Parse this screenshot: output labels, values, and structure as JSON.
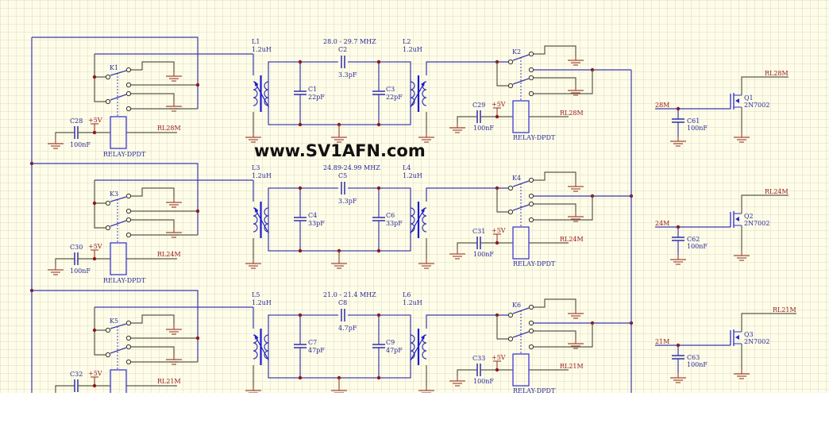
{
  "watermark": "www.SV1AFN.com",
  "colors": {
    "background": "#fffde8",
    "grid": "#d9d9cc",
    "wire": "#3a3ab0",
    "ground": "#a04a3a",
    "junction": "#8b1a1a",
    "net_label": "#9a2020"
  },
  "sections": [
    {
      "band": "28.0 - 29.7 MHZ",
      "l_in": {
        "ref": "L1",
        "value": "1.2uH"
      },
      "l_out": {
        "ref": "L2",
        "value": "1.2uH"
      },
      "c_shunt1": {
        "ref": "C1",
        "value": "22pF"
      },
      "c_series": {
        "ref": "C2",
        "value": "3.3pF"
      },
      "c_shunt2": {
        "ref": "C3",
        "value": "22pF"
      },
      "relay_in": {
        "ref": "K1",
        "type": "RELAY-DPDT",
        "cap_ref": "C28",
        "cap_value": "100nF",
        "supply": "+5V",
        "net": "RL28M"
      },
      "relay_out": {
        "ref": "K2",
        "type": "RELAY-DPDT",
        "cap_ref": "C29",
        "cap_value": "100nF",
        "supply": "+5V",
        "net": "RL28M"
      },
      "driver": {
        "ref": "Q1",
        "part": "2N7002",
        "input": "28M",
        "cap_ref": "C61",
        "cap_value": "100nF",
        "net": "RL28M"
      }
    },
    {
      "band": "24.89-24.99 MHZ",
      "l_in": {
        "ref": "L3",
        "value": "1.2uH"
      },
      "l_out": {
        "ref": "L4",
        "value": "1.2uH"
      },
      "c_shunt1": {
        "ref": "C4",
        "value": "33pF"
      },
      "c_series": {
        "ref": "C5",
        "value": "3.3pF"
      },
      "c_shunt2": {
        "ref": "C6",
        "value": "33pF"
      },
      "relay_in": {
        "ref": "K3",
        "type": "RELAY-DPDT",
        "cap_ref": "C30",
        "cap_value": "100nF",
        "supply": "+5V",
        "net": "RL24M"
      },
      "relay_out": {
        "ref": "K4",
        "type": "RELAY-DPDT",
        "cap_ref": "C31",
        "cap_value": "100nF",
        "supply": "+5V",
        "net": "RL24M"
      },
      "driver": {
        "ref": "Q2",
        "part": "2N7002",
        "input": "24M",
        "cap_ref": "C62",
        "cap_value": "100nF",
        "net": "RL24M"
      }
    },
    {
      "band": "21.0 - 21.4 MHZ",
      "l_in": {
        "ref": "L5",
        "value": "1.2uH"
      },
      "l_out": {
        "ref": "L6",
        "value": "1.2uH"
      },
      "c_shunt1": {
        "ref": "C7",
        "value": "47pF"
      },
      "c_series": {
        "ref": "C8",
        "value": "4.7pF"
      },
      "c_shunt2": {
        "ref": "C9",
        "value": "47pF"
      },
      "relay_in": {
        "ref": "K5",
        "type": "",
        "cap_ref": "C32",
        "cap_value": "",
        "supply": "+5V",
        "net": "RL21M"
      },
      "relay_out": {
        "ref": "K6",
        "type": "RELAY-DPDT",
        "cap_ref": "C33",
        "cap_value": "100nF",
        "supply": "+5V",
        "net": "RL21M"
      },
      "driver": {
        "ref": "Q3",
        "part": "2N7002",
        "input": "21M",
        "cap_ref": "C63",
        "cap_value": "100nF",
        "net": "RL21M"
      }
    }
  ]
}
